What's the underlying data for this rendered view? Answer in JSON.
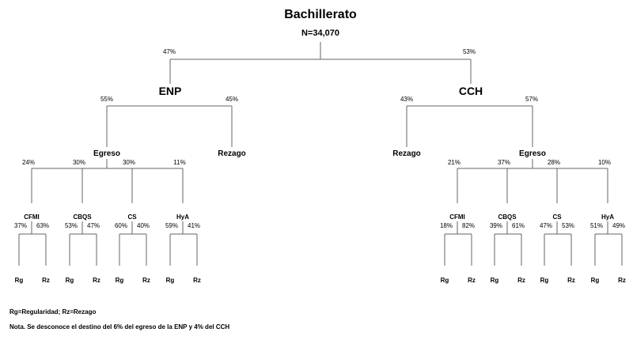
{
  "diagram": {
    "title": "Bachillerato",
    "total": "N=34,070",
    "level1": {
      "enp_pct": "47%",
      "cch_pct": "53%"
    },
    "enp": {
      "label": "ENP",
      "egreso_pct": "55%",
      "rezago_pct": "45%",
      "egreso_label": "Egreso",
      "rezago_label": "Rezago",
      "areas": [
        {
          "label": "CFMI",
          "pct": "24%",
          "rg_pct": "37%",
          "rz_pct": "63%"
        },
        {
          "label": "CBQS",
          "pct": "30%",
          "rg_pct": "53%",
          "rz_pct": "47%"
        },
        {
          "label": "CS",
          "pct": "30%",
          "rg_pct": "60%",
          "rz_pct": "40%"
        },
        {
          "label": "HyA",
          "pct": "11%",
          "rg_pct": "59%",
          "rz_pct": "41%"
        }
      ]
    },
    "cch": {
      "label": "CCH",
      "rezago_pct": "43%",
      "egreso_pct": "57%",
      "egreso_label": "Egreso",
      "rezago_label": "Rezago",
      "areas": [
        {
          "label": "CFMI",
          "pct": "21%",
          "rg_pct": "18%",
          "rz_pct": "82%"
        },
        {
          "label": "CBQS",
          "pct": "37%",
          "rg_pct": "39%",
          "rz_pct": "61%"
        },
        {
          "label": "CS",
          "pct": "28%",
          "rg_pct": "47%",
          "rz_pct": "53%"
        },
        {
          "label": "HyA",
          "pct": "10%",
          "rg_pct": "51%",
          "rz_pct": "49%"
        }
      ]
    },
    "leaf_rg": "Rg",
    "leaf_rz": "Rz",
    "legend": "Rg=Regularidad; Rz=Rezago",
    "note": "Nota. Se desconoce el destino del 6% del egreso de la ENP y 4% del CCH"
  }
}
